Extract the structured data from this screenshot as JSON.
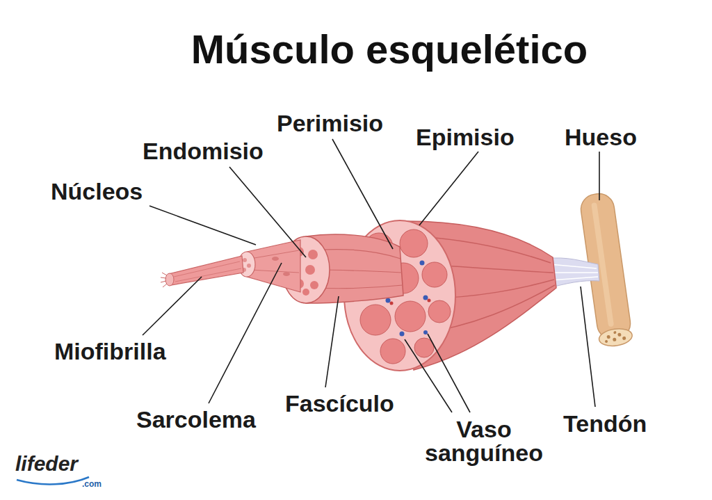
{
  "diagram": {
    "title": "Músculo esquelético",
    "labels": [
      "Perimisio",
      "Epimisio",
      "Hueso",
      "Endomisio",
      "Núcleos",
      "Miofibrilla",
      "Sarcolema",
      "Fascículo",
      "Vaso sanguíneo",
      "Tendón",
      "lifeder",
      ".com"
    ]
  }
}
